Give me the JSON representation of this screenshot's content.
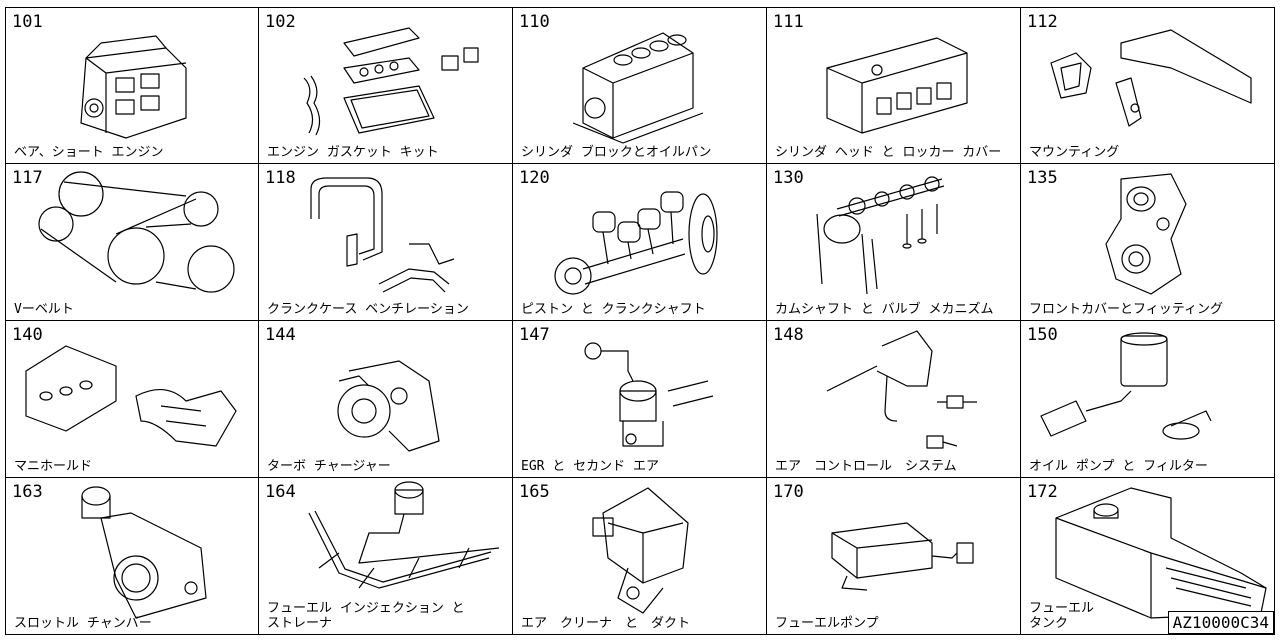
{
  "catalog": {
    "document_id": "AZ10000C34",
    "items": [
      {
        "num": "101",
        "label": "ベア、ショート エンジン",
        "icon": "engine-block-icon"
      },
      {
        "num": "102",
        "label": "エンジン ガスケット キット",
        "icon": "gasket-kit-icon"
      },
      {
        "num": "110",
        "label": "シリンダ ブロックとオイルパン",
        "icon": "cylinder-block-icon"
      },
      {
        "num": "111",
        "label": "シリンダ ヘッド と ロッカー カバー",
        "icon": "cylinder-head-icon"
      },
      {
        "num": "112",
        "label": "マウンティング",
        "icon": "mounting-icon"
      },
      {
        "num": "117",
        "label": "Vーベルト",
        "icon": "v-belt-icon"
      },
      {
        "num": "118",
        "label": "クランクケース ベンチレーション",
        "icon": "crankcase-ventilation-icon"
      },
      {
        "num": "120",
        "label": "ピストン と クランクシャフト",
        "icon": "piston-crankshaft-icon"
      },
      {
        "num": "130",
        "label": "カムシャフト と バルブ メカニズム",
        "icon": "camshaft-valve-icon"
      },
      {
        "num": "135",
        "label": "フロントカバーとフィッティング",
        "icon": "front-cover-icon"
      },
      {
        "num": "140",
        "label": "マニホールド",
        "icon": "manifold-icon"
      },
      {
        "num": "144",
        "label": "ターボ チャージャー",
        "icon": "turbocharger-icon"
      },
      {
        "num": "147",
        "label": "EGR と セカンド エア",
        "icon": "egr-valve-icon"
      },
      {
        "num": "148",
        "label": "エア　コントロール　システム",
        "icon": "air-control-icon"
      },
      {
        "num": "150",
        "label": "オイル ポンプ と フィルター",
        "icon": "oil-pump-filter-icon"
      },
      {
        "num": "163",
        "label": "スロットル チャンバー",
        "icon": "throttle-chamber-icon"
      },
      {
        "num": "164",
        "label": "フューエル インジェクション と\n  ストレーナ",
        "icon": "fuel-injection-icon"
      },
      {
        "num": "165",
        "label": "エア　クリーナ　と　ダクト",
        "icon": "air-cleaner-icon"
      },
      {
        "num": "170",
        "label": "フューエルポンプ",
        "icon": "fuel-pump-icon"
      },
      {
        "num": "172",
        "label": "フューエル\nタンク",
        "icon": "fuel-tank-icon"
      }
    ]
  }
}
